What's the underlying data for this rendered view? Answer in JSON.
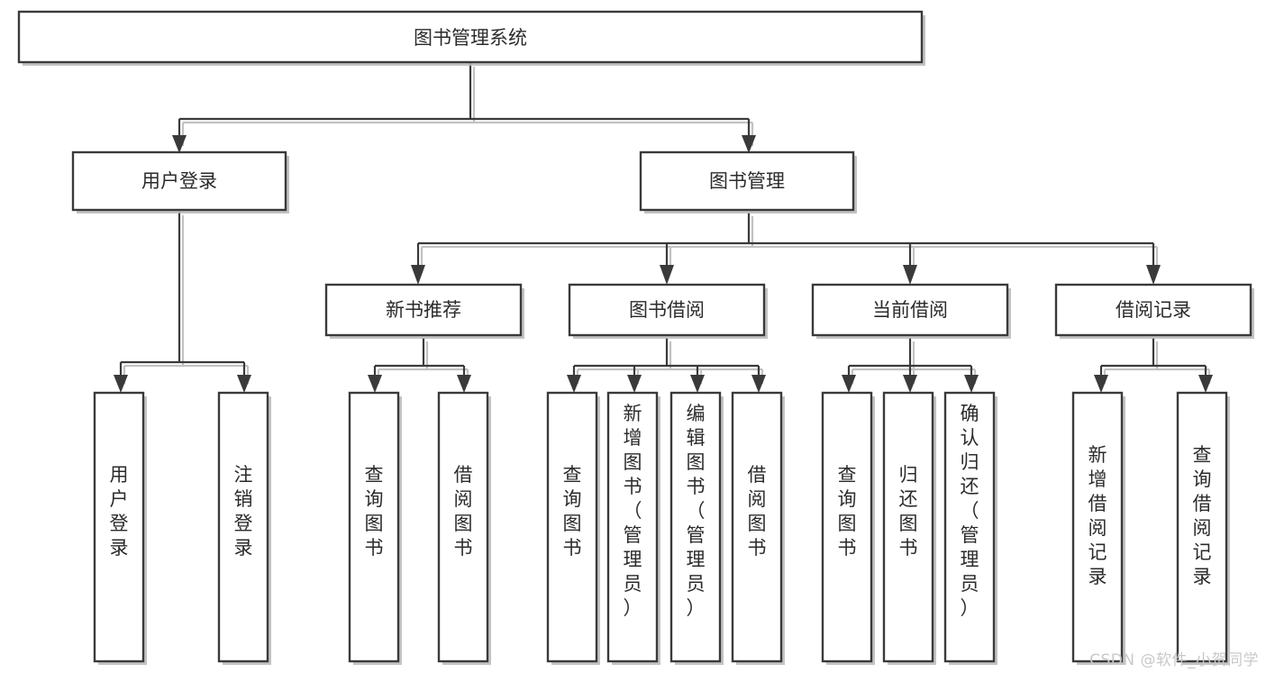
{
  "diagram": {
    "title": "图书管理系统",
    "type": "tree-hierarchy-diagram",
    "colors": {
      "stroke": "#3a3a3a",
      "fill": "#ffffff",
      "text": "#2b2b2b",
      "shadow": "#b9b9b9",
      "watermark": "#c9c9c9"
    },
    "root": {
      "id": "root",
      "label": "图书管理系统"
    },
    "level2": [
      {
        "id": "user-login",
        "label": "用户登录"
      },
      {
        "id": "book-management",
        "label": "图书管理"
      }
    ],
    "level3": [
      {
        "id": "new-book-recommend",
        "label": "新书推荐",
        "parent": "book-management"
      },
      {
        "id": "book-borrow",
        "label": "图书借阅",
        "parent": "book-management"
      },
      {
        "id": "current-borrow",
        "label": "当前借阅",
        "parent": "book-management"
      },
      {
        "id": "borrow-record",
        "label": "借阅记录",
        "parent": "book-management"
      }
    ],
    "leaves": [
      {
        "id": "leaf-user-login",
        "label": "用户登录",
        "parent": "user-login"
      },
      {
        "id": "leaf-logout-login",
        "label": "注销登录",
        "parent": "user-login"
      },
      {
        "id": "leaf-query-book-1",
        "label": "查询图书",
        "parent": "new-book-recommend"
      },
      {
        "id": "leaf-borrow-book-1",
        "label": "借阅图书",
        "parent": "new-book-recommend"
      },
      {
        "id": "leaf-query-book-2",
        "label": "查询图书",
        "parent": "book-borrow"
      },
      {
        "id": "leaf-add-book-admin",
        "label": "新增图书（管理员）",
        "parent": "book-borrow"
      },
      {
        "id": "leaf-edit-book-admin",
        "label": "编辑图书（管理员）",
        "parent": "book-borrow"
      },
      {
        "id": "leaf-borrow-book-2",
        "label": "借阅图书",
        "parent": "book-borrow"
      },
      {
        "id": "leaf-query-book-3",
        "label": "查询图书",
        "parent": "current-borrow"
      },
      {
        "id": "leaf-return-book",
        "label": "归还图书",
        "parent": "current-borrow"
      },
      {
        "id": "leaf-confirm-return-admin",
        "label": "确认归还（管理员）",
        "parent": "current-borrow"
      },
      {
        "id": "leaf-add-borrow-record",
        "label": "新增借阅记录",
        "parent": "borrow-record"
      },
      {
        "id": "leaf-query-borrow-record",
        "label": "查询借阅记录",
        "parent": "borrow-record"
      }
    ]
  },
  "watermark": {
    "text": "CSDN @软件_小贺同学"
  }
}
